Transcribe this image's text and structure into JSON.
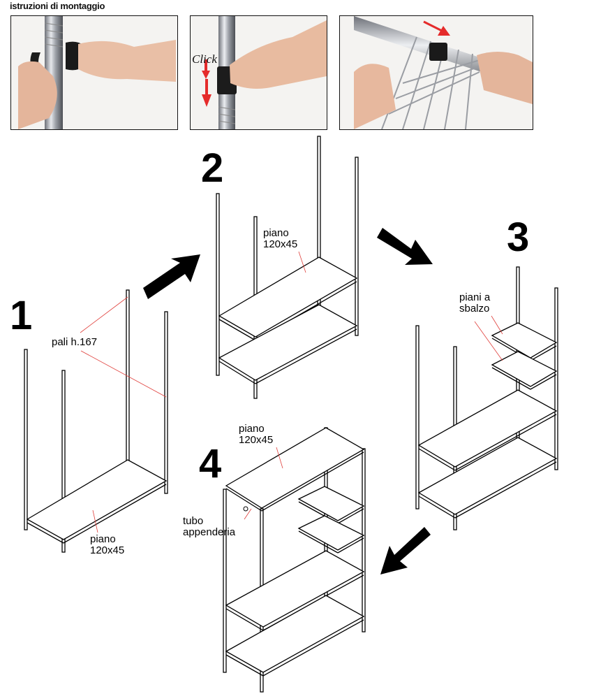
{
  "header": {
    "title": "istruzioni di montaggio"
  },
  "photos": {
    "step2_click": "Click"
  },
  "steps": [
    {
      "number": "1",
      "labels": {
        "poles": "pali h.167",
        "shelf_line1": "piano",
        "shelf_line2": "120x45"
      }
    },
    {
      "number": "2",
      "labels": {
        "shelf_line1": "piano",
        "shelf_line2": "120x45"
      }
    },
    {
      "number": "3",
      "labels": {
        "cant_line1": "piani a",
        "cant_line2": "sbalzo"
      }
    },
    {
      "number": "4",
      "labels": {
        "shelf_line1": "piano",
        "shelf_line2": "120x45",
        "tube_line1": "tubo",
        "tube_line2": "appenderia"
      }
    }
  ],
  "colors": {
    "ink": "#000000",
    "leader": "#e0403c",
    "arrow_red": "#e52b2b",
    "chrome": "#b9bcc2"
  },
  "icons": [
    "arrow-right-up-icon",
    "arrow-right-down-icon",
    "arrow-left-down-icon"
  ]
}
